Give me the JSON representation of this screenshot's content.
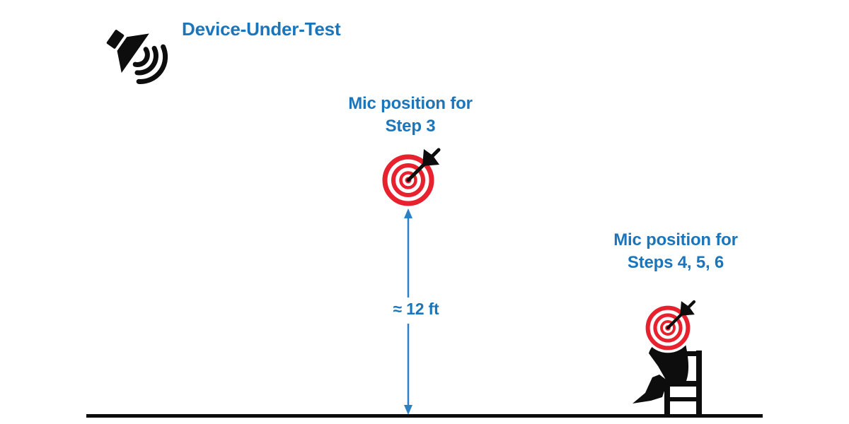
{
  "diagram": {
    "device_under_test": {
      "label": "Device-Under-Test"
    },
    "mic_step3": {
      "line1": "Mic position for",
      "line2": "Step 3"
    },
    "distance": {
      "label": "≈ 12 ft"
    },
    "mic_steps456": {
      "line1": "Mic position for",
      "line2": "Steps 4, 5, 6"
    }
  },
  "icons": {
    "speaker": "speaker-sound-waves-icon",
    "target_step3": "bullseye-dart-icon",
    "seated_person": "seated-person-with-bullseye-icon",
    "distance_arrow": "double-headed-vertical-arrow"
  },
  "colors": {
    "label_blue": "#1b75bb",
    "arrow_blue": "#2e7fc3",
    "target_red": "#e8212e",
    "ink": "#0d0d0d",
    "background": "#ffffff"
  }
}
